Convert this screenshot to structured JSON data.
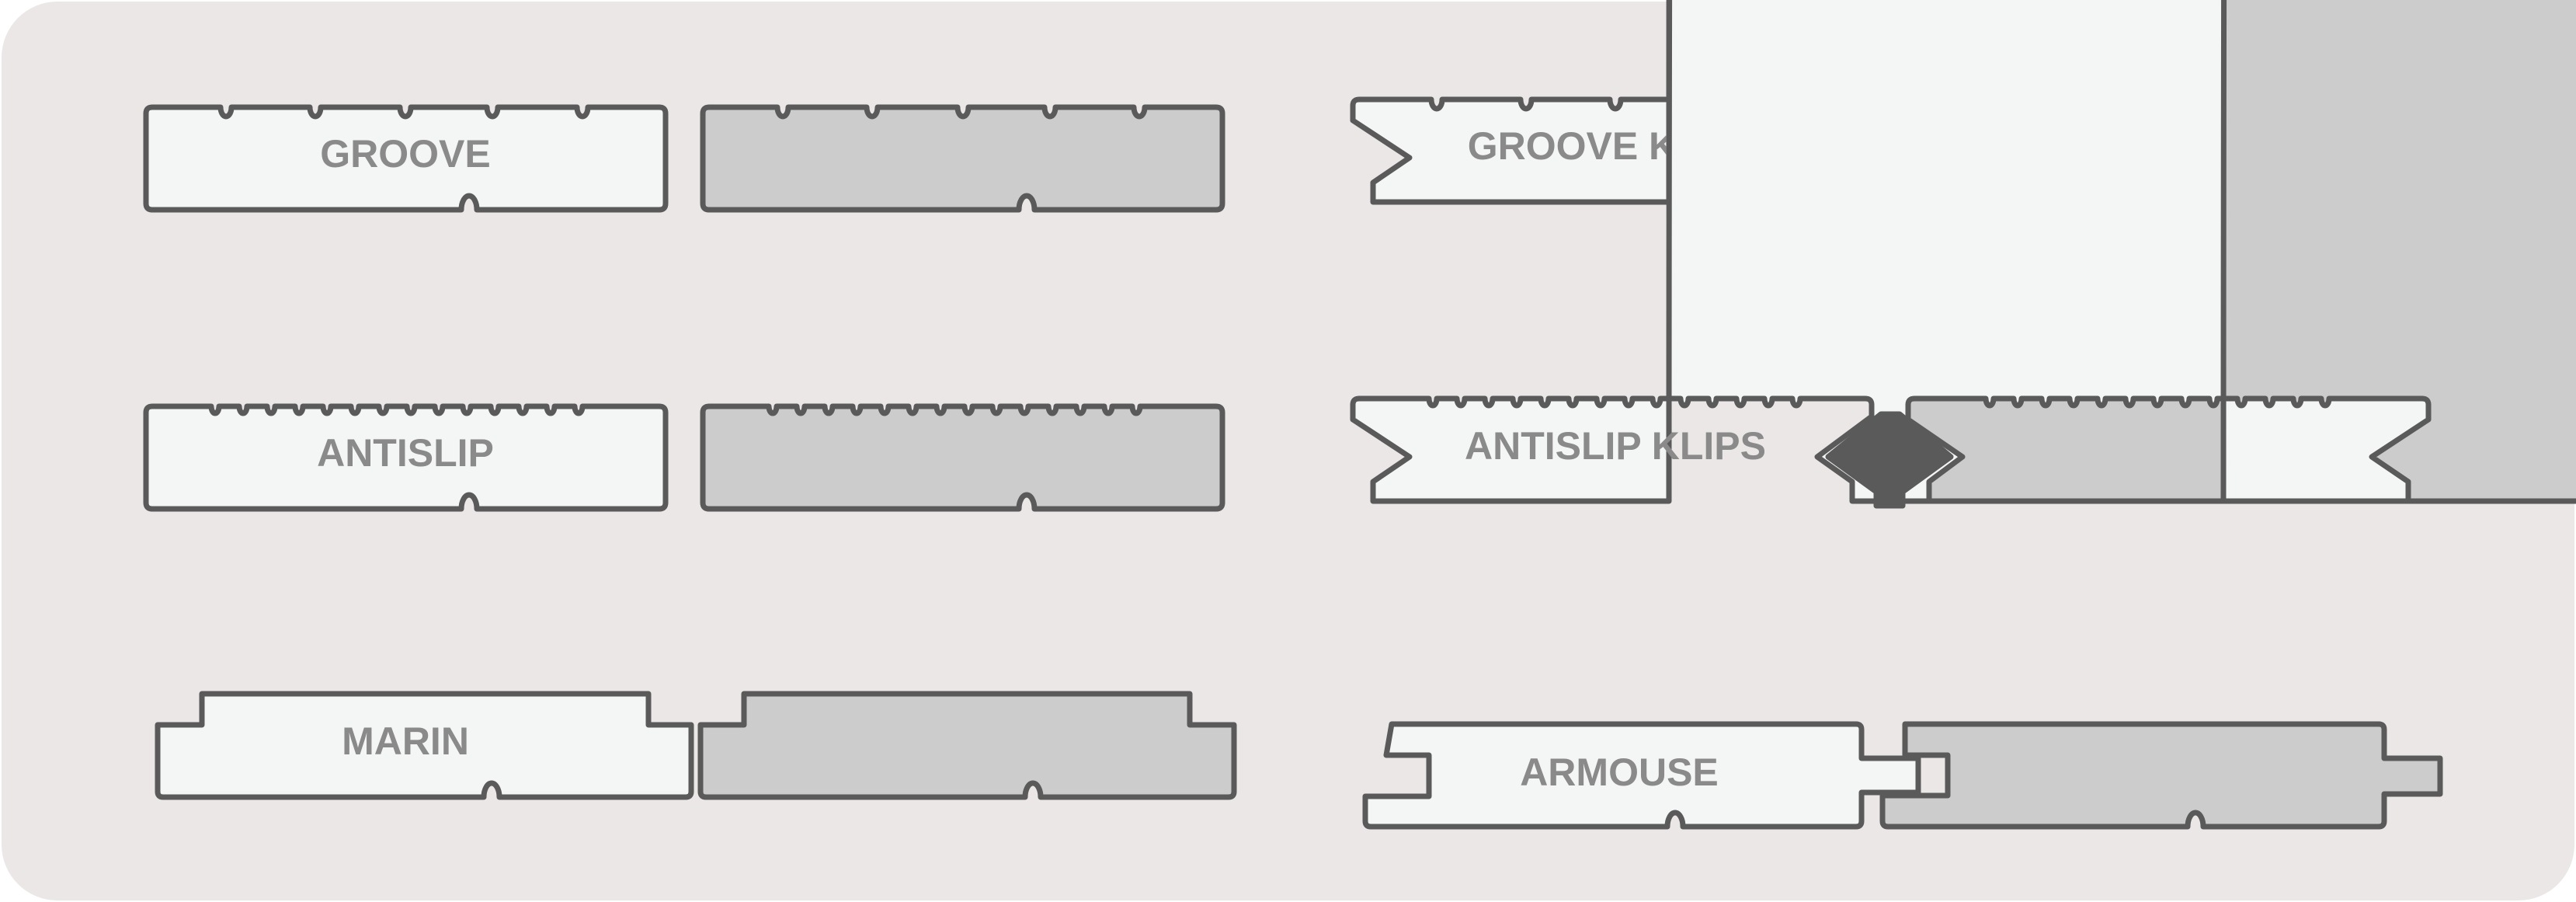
{
  "colors": {
    "background": "#ebe7e6",
    "stroke": "#5a5a5a",
    "light_board": "#f4f6f5",
    "grey_board": "#cccccc",
    "clip": "#5a5a5a",
    "label": "#8a8a8a"
  },
  "profiles": {
    "groove": {
      "label": "GROOVE"
    },
    "antislip": {
      "label": "ANTISLIP"
    },
    "marin": {
      "label": "MARIN"
    },
    "groove_klips": {
      "label": "GROOVE KLIPS"
    },
    "antislip_klips": {
      "label": "ANTISLIP KLIPS"
    },
    "armouse": {
      "label": "ARMOUSE"
    }
  }
}
